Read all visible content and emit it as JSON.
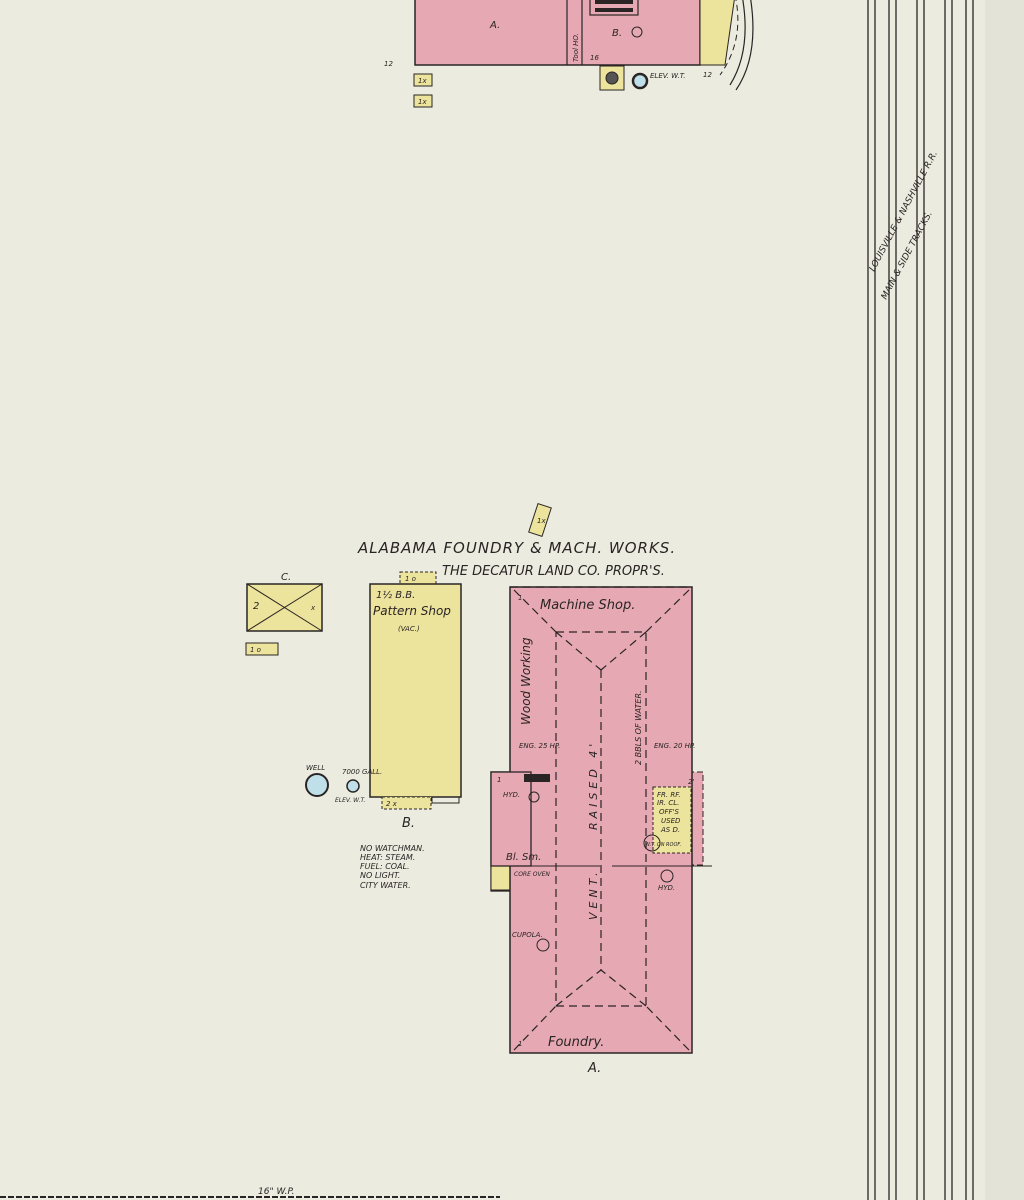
{
  "top_block": {
    "building_a": "A.",
    "tool_house": "Tool HO.",
    "building_b": "B.",
    "elev_wt": "ELEV. W.T.",
    "marks": [
      "1x",
      "1x",
      "12",
      "16",
      "12"
    ]
  },
  "railroad": {
    "line1": "LOUISVILLE & NASHVILLE R.R.",
    "line2": "MAIN & SIDE TRACKS."
  },
  "foundry": {
    "title": "ALABAMA FOUNDRY & MACH. WORKS.",
    "subtitle": "THE DECATUR LAND CO. PROPR'S.",
    "shed_mark": "1x",
    "building_c": {
      "label": "C.",
      "stories": "2",
      "mark": "x",
      "small_shed": "1 o"
    },
    "building_b": {
      "label": "B.",
      "stories": "1½ B.B.",
      "name": "Pattern Shop",
      "status": "(VAC.)",
      "top_annex": "1 o",
      "bottom_annex": "2   x"
    },
    "well": "WELL",
    "tank": "7000 GALL.",
    "elev_wt": "ELEV. W.T.",
    "notes": [
      "NO WATCHMAN.",
      "HEAT: STEAM.",
      "FUEL: COAL.",
      "NO LIGHT.",
      "CITY WATER."
    ],
    "building_a": {
      "label": "A.",
      "machine_shop": "Machine Shop.",
      "wood_working": "Wood Working",
      "foundry": "Foundry.",
      "eng_left": "ENG. 25 HP.",
      "eng_right": "ENG. 20 HP.",
      "raised": "RAISED 4'",
      "vent": "VENT.",
      "water": "2 BBLS OF WATER.",
      "hyd": "HYD.",
      "bl_sm": "Bl. Sm.",
      "core_oven": "CORE OVEN",
      "cupola": "CUPOLA.",
      "office": [
        "FR. RF.",
        "IR. CL.",
        "OFF'S",
        "USED",
        "AS D."
      ],
      "wt_on_roof": "W.T. ON ROOF.",
      "corner_marks": [
        "1",
        "1",
        "2'",
        "1"
      ]
    }
  },
  "bottom": {
    "pipe": "16\" W.P."
  },
  "colors": {
    "paper": "#ecebe0",
    "brick": "#e6a9b3",
    "frame": "#ece39c",
    "water": "#bfe0e8",
    "ink": "#2a2424"
  }
}
